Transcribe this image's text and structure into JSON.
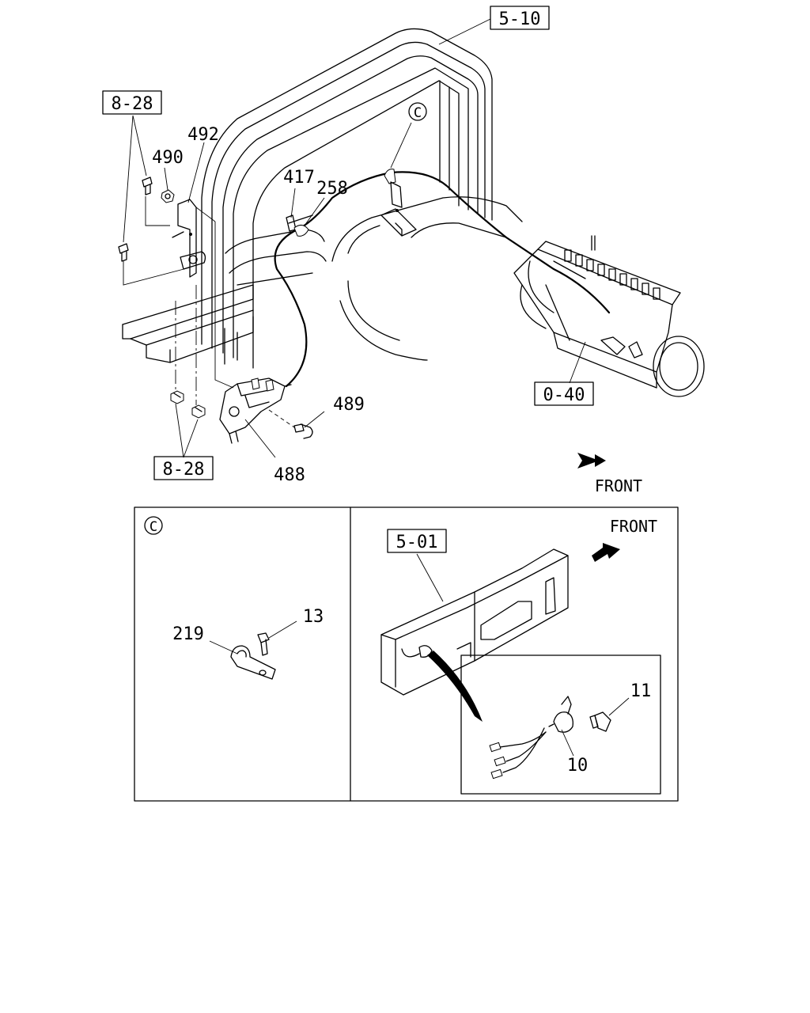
{
  "refs": {
    "r510": "5-10",
    "r828a": "8-28",
    "r828b": "8-28",
    "r040": "0-40",
    "r501": "5-01"
  },
  "parts": {
    "p492": "492",
    "p490": "490",
    "p417": "417",
    "p258": "258",
    "p489": "489",
    "p488": "488",
    "p219": "219",
    "p13": "13",
    "p11": "11",
    "p10": "10"
  },
  "callout": {
    "main": "C",
    "panel": "C"
  },
  "direction": {
    "front_main": "FRONT",
    "front_panel": "FRONT"
  }
}
